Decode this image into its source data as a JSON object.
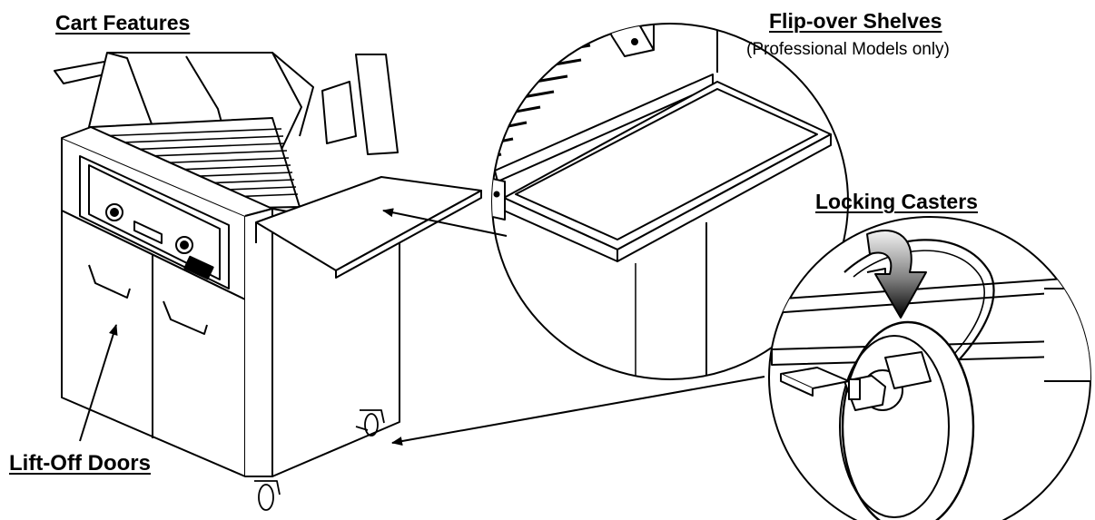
{
  "labels": {
    "cart_features": "Cart Features",
    "flip_over_shelves": "Flip-over Shelves",
    "flip_over_note": "(Professional Models only)",
    "locking_casters": "Locking Casters",
    "lift_off_doors": "Lift-Off Doors"
  },
  "colors": {
    "line": "#000000",
    "background": "#ffffff",
    "shade": "#9a9a9a"
  }
}
